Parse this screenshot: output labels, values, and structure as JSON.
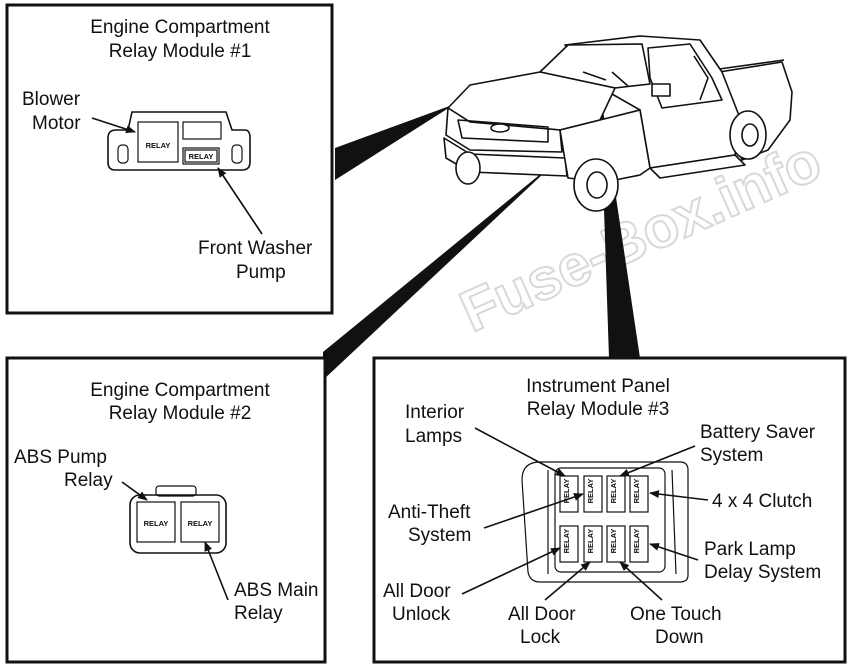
{
  "watermark": "Fuse-Box.info",
  "relay_text": "RELAY",
  "module1": {
    "title_line1": "Engine Compartment",
    "title_line2": "Relay Module #1",
    "blower_line1": "Blower",
    "blower_line2": "Motor",
    "washer_line1": "Front Washer",
    "washer_line2": "Pump"
  },
  "module2": {
    "title_line1": "Engine Compartment",
    "title_line2": "Relay Module #2",
    "abs_pump_line1": "ABS Pump",
    "abs_pump_line2": "Relay",
    "abs_main_line1": "ABS Main",
    "abs_main_line2": "Relay"
  },
  "module3": {
    "title_line1": "Instrument Panel",
    "title_line2": "Relay Module #3",
    "interior_line1": "Interior",
    "interior_line2": "Lamps",
    "battery_line1": "Battery Saver",
    "battery_line2": "System",
    "clutch": "4 x 4 Clutch",
    "antitheft_line1": "Anti-Theft",
    "antitheft_line2": "System",
    "park_line1": "Park Lamp",
    "park_line2": "Delay System",
    "unlock_line1": "All Door",
    "unlock_line2": "Unlock",
    "lock_line1": "All Door",
    "lock_line2": "Lock",
    "touch_line1": "One Touch",
    "touch_line2": "Down"
  }
}
